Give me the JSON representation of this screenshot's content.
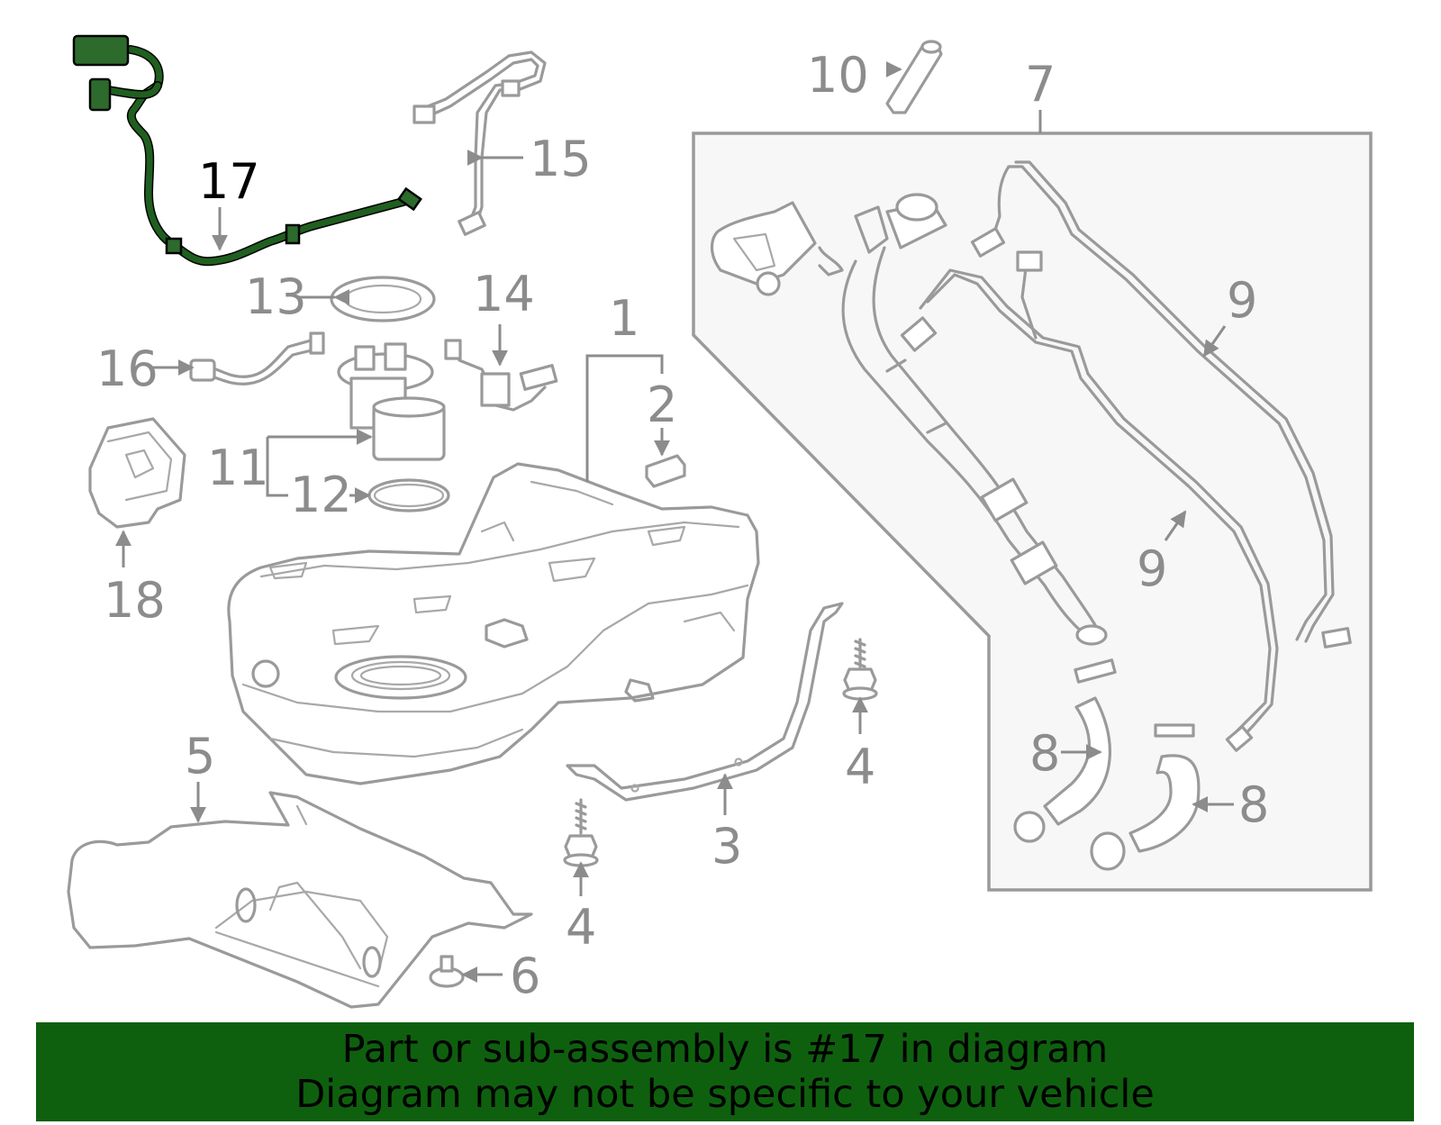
{
  "callouts": {
    "c1": "1",
    "c2": "2",
    "c3": "3",
    "c4a": "4",
    "c4b": "4",
    "c5": "5",
    "c6": "6",
    "c7": "7",
    "c8a": "8",
    "c8b": "8",
    "c9a": "9",
    "c9b": "9",
    "c10": "10",
    "c11": "11",
    "c12": "12",
    "c13": "13",
    "c14": "14",
    "c15": "15",
    "c16": "16",
    "c17": "17",
    "c18": "18"
  },
  "highlighted_part": "17",
  "colors": {
    "highlight": "#1f5f1f",
    "banner": "#0e600e",
    "parts": "#9a9a9a",
    "labels": "#8c8c8c"
  },
  "banner": {
    "line1": "Part or sub-assembly is #17 in diagram",
    "line2": "Diagram may not be specific to your vehicle"
  }
}
